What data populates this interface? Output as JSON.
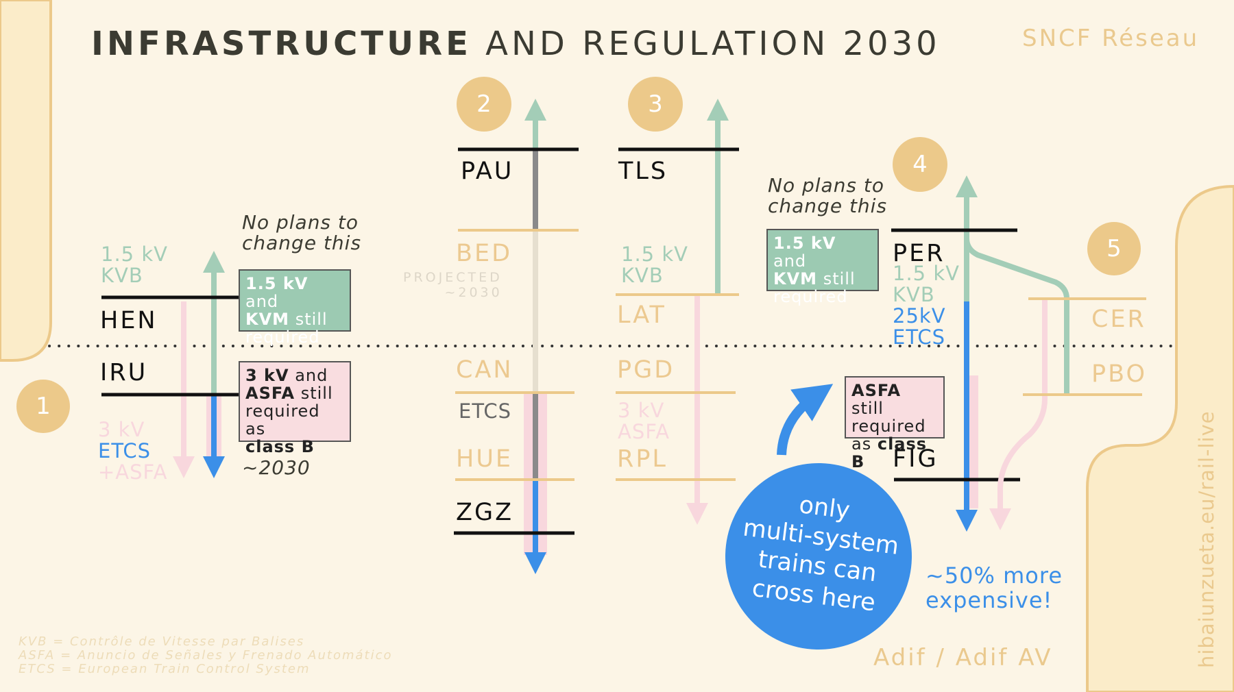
{
  "title": {
    "bold": "INFRASTRUCTURE",
    "rest": "AND REGULATION 2030"
  },
  "operators": {
    "france": "SNCF Réseau",
    "spain": "Adif / Adif AV"
  },
  "credit": "hibaiunzueta.eu/rail-live",
  "colors": {
    "background": "#fcf5e6",
    "green": "#a3cdb7",
    "blue": "#3b8fe8",
    "pink": "#f8d7dd",
    "sand": "#ecc98a",
    "grey": "#8a8a8a"
  },
  "crossings": [
    {
      "number": "1",
      "stations": [
        "HEN",
        "IRU"
      ],
      "france_system": [
        "1.5 kV",
        "KVB"
      ],
      "spain_system": [
        "3 kV",
        "ETCS",
        "+ASFA"
      ],
      "note": [
        "No plans to",
        "change this"
      ],
      "green_box": {
        "bold1": "1.5 kV",
        "text1": " and",
        "bold2": "KVM",
        "text2": " still",
        "text3": "required"
      },
      "pink_box": {
        "bold1": "3 kV",
        "text1": " and",
        "bold2": "ASFA",
        "text2": " still",
        "text3": "required as",
        "bold3": "class B"
      },
      "timing": "~2030"
    },
    {
      "number": "2",
      "stations": [
        "PAU",
        "BED",
        "CAN",
        "HUE",
        "ZGZ"
      ],
      "projected": [
        "PROJECTED",
        "~2030"
      ],
      "spain_system": [
        "ETCS"
      ]
    },
    {
      "number": "3",
      "stations": [
        "TLS",
        "LAT",
        "PGD",
        "RPL"
      ],
      "france_system": [
        "1.5 kV",
        "KVB"
      ],
      "spain_system": [
        "3 kV",
        "ASFA"
      ]
    },
    {
      "number": "4",
      "stations": [
        "PER",
        "FIG"
      ],
      "france_system": [
        "1.5 kV",
        "KVB"
      ],
      "spain_system": [
        "25kV",
        "ETCS"
      ],
      "note": [
        "No plans to",
        "change this"
      ],
      "green_box": {
        "bold1": "1.5 kV",
        "text1": " and",
        "bold2": "KVM",
        "text2": " still",
        "text3": "required"
      },
      "pink_box": {
        "bold1": "ASFA",
        "text1": " still",
        "text2": "required",
        "text3": "as ",
        "bold2": "class B"
      },
      "bubble": [
        "only",
        "multi-system",
        "trains can",
        "cross here"
      ],
      "cost_note": [
        "~50% more",
        "expensive!"
      ]
    },
    {
      "number": "5",
      "stations": [
        "CER",
        "PBO"
      ]
    }
  ],
  "legend": [
    "KVB = Contrôle de Vitesse par Balises",
    "ASFA = Anuncio de Señales y Frenado Automático",
    "ETCS = European Train Control System"
  ]
}
